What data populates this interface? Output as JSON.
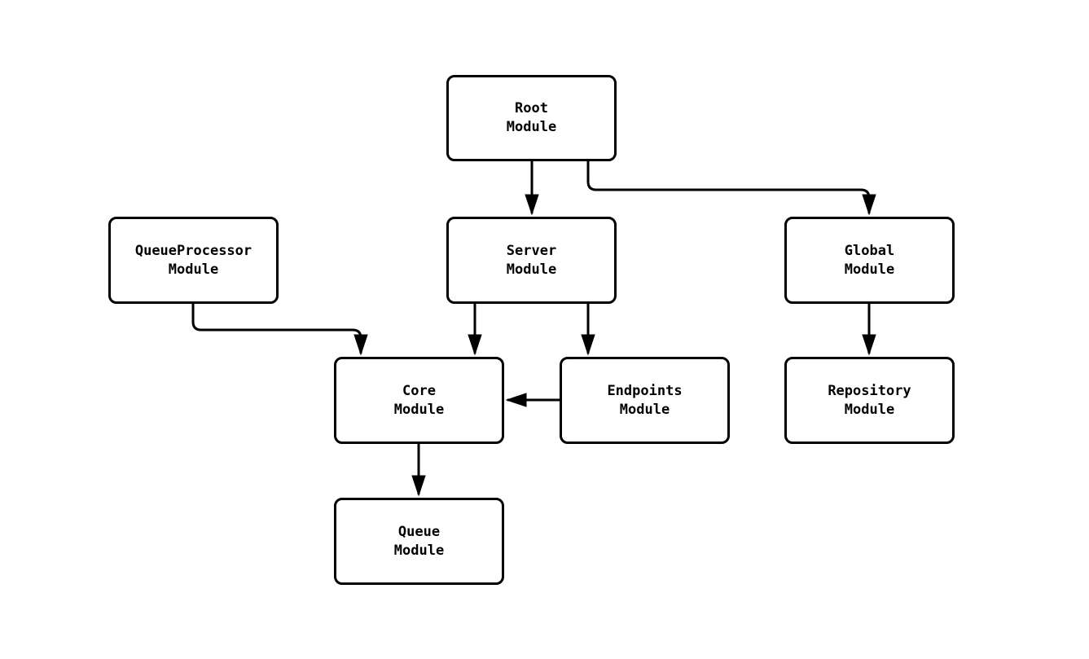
{
  "diagram": {
    "type": "flowchart",
    "orientation": "top-down",
    "background_color": "#ffffff",
    "node_fill_color": "#ffffff",
    "node_border_color": "#000000",
    "edge_color": "#000000",
    "text_color": "#000000",
    "nodes": [
      {
        "id": "root",
        "line1": "Root",
        "line2": "Module"
      },
      {
        "id": "server",
        "line1": "Server",
        "line2": "Module"
      },
      {
        "id": "global",
        "line1": "Global",
        "line2": "Module"
      },
      {
        "id": "queueProcessor",
        "line1": "QueueProcessor",
        "line2": "Module"
      },
      {
        "id": "core",
        "line1": "Core",
        "line2": "Module"
      },
      {
        "id": "endpoints",
        "line1": "Endpoints",
        "line2": "Module"
      },
      {
        "id": "repository",
        "line1": "Repository",
        "line2": "Module"
      },
      {
        "id": "queue",
        "line1": "Queue",
        "line2": "Module"
      }
    ],
    "edges": [
      {
        "from": "root",
        "to": "server"
      },
      {
        "from": "root",
        "to": "global"
      },
      {
        "from": "queueProcessor",
        "to": "core"
      },
      {
        "from": "server",
        "to": "core"
      },
      {
        "from": "server",
        "to": "endpoints"
      },
      {
        "from": "endpoints",
        "to": "core"
      },
      {
        "from": "global",
        "to": "repository"
      },
      {
        "from": "core",
        "to": "queue"
      }
    ]
  }
}
